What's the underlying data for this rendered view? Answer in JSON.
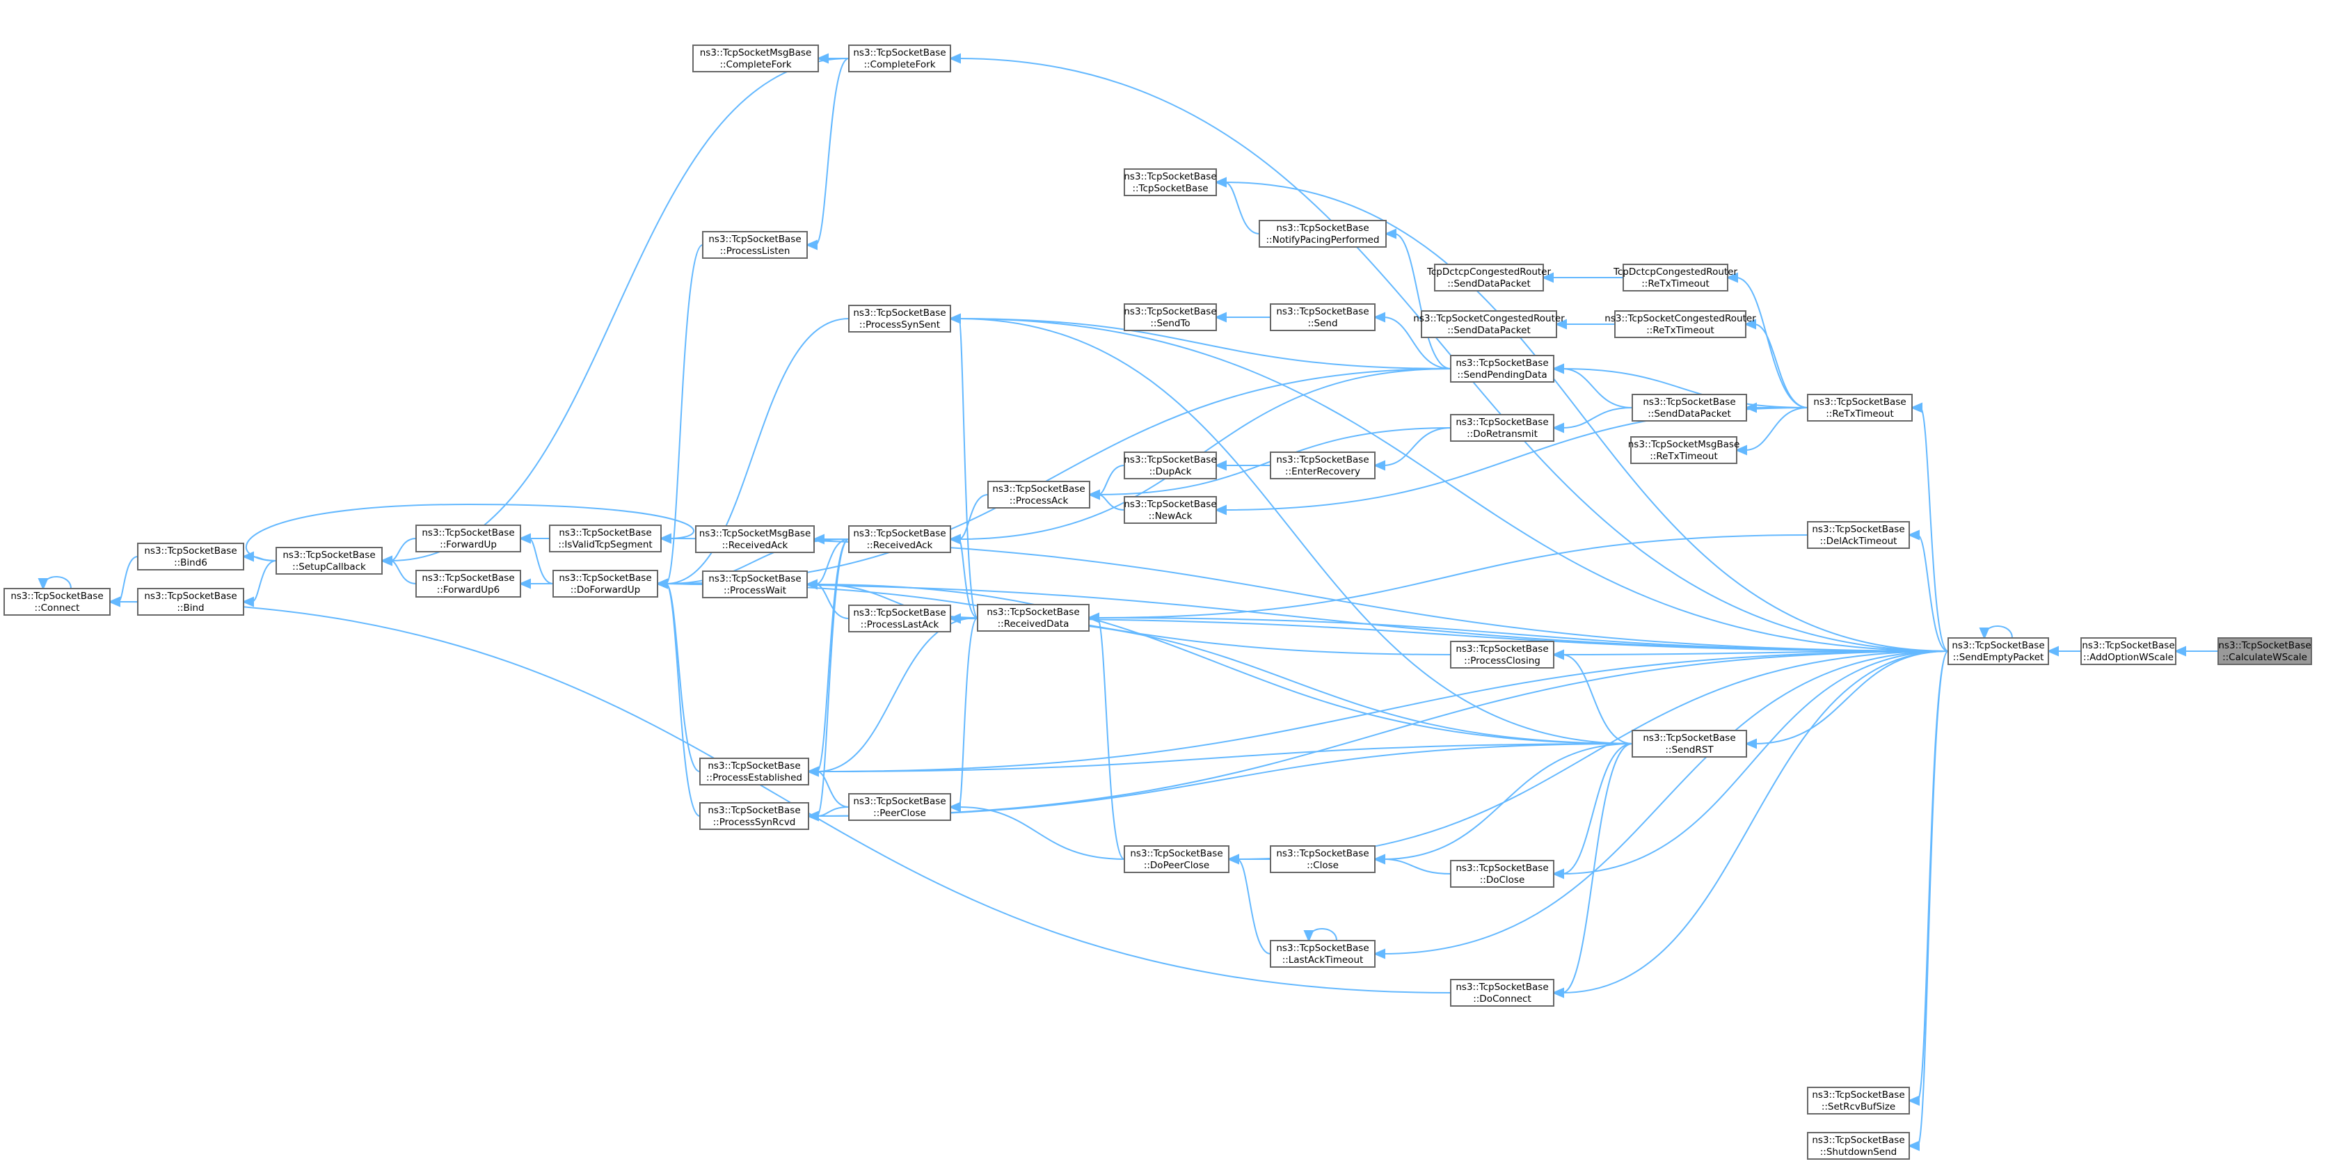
{
  "graph": {
    "colors": {
      "node_fill": "#ffffff",
      "node_border": "#666666",
      "highlight_fill": "#999999",
      "edge": "#63b8ff"
    },
    "nodes": [
      {
        "id": "calc",
        "line1": "ns3::TcpSocketBase",
        "line2": "::CalculateWScale",
        "highlight": true
      },
      {
        "id": "addopt",
        "line1": "ns3::TcpSocketBase",
        "line2": "::AddOptionWScale"
      },
      {
        "id": "sendempty",
        "line1": "ns3::TcpSocketBase",
        "line2": "::SendEmptyPacket"
      },
      {
        "id": "retx",
        "line1": "ns3::TcpSocketBase",
        "line2": "::ReTxTimeout"
      },
      {
        "id": "delack",
        "line1": "ns3::TcpSocketBase",
        "line2": "::DelAckTimeout"
      },
      {
        "id": "sendrst",
        "line1": "ns3::TcpSocketBase",
        "line2": "::SendRST"
      },
      {
        "id": "setrcv",
        "line1": "ns3::TcpSocketBase",
        "line2": "::SetRcvBufSize"
      },
      {
        "id": "shutdown",
        "line1": "ns3::TcpSocketBase",
        "line2": "::ShutdownSend"
      },
      {
        "id": "dctcpretx",
        "line1": "TcpDctcpCongestedRouter",
        "line2": "::ReTxTimeout"
      },
      {
        "id": "congretx",
        "line1": "ns3::TcpSocketCongestedRouter",
        "line2": "::ReTxTimeout"
      },
      {
        "id": "msgretx",
        "line1": "ns3::TcpSocketMsgBase",
        "line2": "::ReTxTimeout"
      },
      {
        "id": "senddatapkt",
        "line1": "ns3::TcpSocketBase",
        "line2": "::SendDataPacket"
      },
      {
        "id": "dctcpsend",
        "line1": "TcpDctcpCongestedRouter",
        "line2": "::SendDataPacket"
      },
      {
        "id": "congsend",
        "line1": "ns3::TcpSocketCongestedRouter",
        "line2": "::SendDataPacket"
      },
      {
        "id": "sendpending",
        "line1": "ns3::TcpSocketBase",
        "line2": "::SendPendingData"
      },
      {
        "id": "retransmit",
        "line1": "ns3::TcpSocketBase",
        "line2": "::DoRetransmit"
      },
      {
        "id": "procclosing",
        "line1": "ns3::TcpSocketBase",
        "line2": "::ProcessClosing"
      },
      {
        "id": "doclose",
        "line1": "ns3::TcpSocketBase",
        "line2": "::DoClose"
      },
      {
        "id": "doconnect",
        "line1": "ns3::TcpSocketBase",
        "line2": "::DoConnect"
      },
      {
        "id": "tcpbase",
        "line1": "ns3::TcpSocketBase",
        "line2": "::TcpSocketBase"
      },
      {
        "id": "notifypacing",
        "line1": "ns3::TcpSocketBase",
        "line2": "::NotifyPacingPerformed"
      },
      {
        "id": "send",
        "line1": "ns3::TcpSocketBase",
        "line2": "::Send"
      },
      {
        "id": "enterrec",
        "line1": "ns3::TcpSocketBase",
        "line2": "::EnterRecovery"
      },
      {
        "id": "close",
        "line1": "ns3::TcpSocketBase",
        "line2": "::Close"
      },
      {
        "id": "lastack",
        "line1": "ns3::TcpSocketBase",
        "line2": "::LastAckTimeout"
      },
      {
        "id": "sendto",
        "line1": "ns3::TcpSocketBase",
        "line2": "::SendTo"
      },
      {
        "id": "dupack",
        "line1": "ns3::TcpSocketBase",
        "line2": "::DupAck"
      },
      {
        "id": "newack",
        "line1": "ns3::TcpSocketBase",
        "line2": "::NewAck"
      },
      {
        "id": "doPeerClose",
        "line1": "ns3::TcpSocketBase",
        "line2": "::DoPeerClose"
      },
      {
        "id": "procack",
        "line1": "ns3::TcpSocketBase",
        "line2": "::ProcessAck"
      },
      {
        "id": "recvdata",
        "line1": "ns3::TcpSocketBase",
        "line2": "::ReceivedData"
      },
      {
        "id": "peerclose",
        "line1": "ns3::TcpSocketBase",
        "line2": "::PeerClose"
      },
      {
        "id": "completefork",
        "line1": "ns3::TcpSocketBase",
        "line2": "::CompleteFork"
      },
      {
        "id": "procsynsent",
        "line1": "ns3::TcpSocketBase",
        "line2": "::ProcessSynSent"
      },
      {
        "id": "recvack",
        "line1": "ns3::TcpSocketBase",
        "line2": "::ReceivedAck"
      },
      {
        "id": "proclastack",
        "line1": "ns3::TcpSocketBase",
        "line2": "::ProcessLastAck"
      },
      {
        "id": "msgcomplete",
        "line1": "ns3::TcpSocketMsgBase",
        "line2": "::CompleteFork"
      },
      {
        "id": "proclisten",
        "line1": "ns3::TcpSocketBase",
        "line2": "::ProcessListen"
      },
      {
        "id": "msgrecvack",
        "line1": "ns3::TcpSocketMsgBase",
        "line2": "::ReceivedAck"
      },
      {
        "id": "procwait",
        "line1": "ns3::TcpSocketBase",
        "line2": "::ProcessWait"
      },
      {
        "id": "procest",
        "line1": "ns3::TcpSocketBase",
        "line2": "::ProcessEstablished"
      },
      {
        "id": "procsynrcvd",
        "line1": "ns3::TcpSocketBase",
        "line2": "::ProcessSynRcvd"
      },
      {
        "id": "isvalid",
        "line1": "ns3::TcpSocketBase",
        "line2": "::IsValidTcpSegment"
      },
      {
        "id": "doforward",
        "line1": "ns3::TcpSocketBase",
        "line2": "::DoForwardUp"
      },
      {
        "id": "forwardup",
        "line1": "ns3::TcpSocketBase",
        "line2": "::ForwardUp"
      },
      {
        "id": "forwardup6",
        "line1": "ns3::TcpSocketBase",
        "line2": "::ForwardUp6"
      },
      {
        "id": "setupcb",
        "line1": "ns3::TcpSocketBase",
        "line2": "::SetupCallback"
      },
      {
        "id": "bind6",
        "line1": "ns3::TcpSocketBase",
        "line2": "::Bind6"
      },
      {
        "id": "bind",
        "line1": "ns3::TcpSocketBase",
        "line2": "::Bind"
      },
      {
        "id": "connect",
        "line1": "ns3::TcpSocketBase",
        "line2": "::Connect"
      }
    ]
  }
}
